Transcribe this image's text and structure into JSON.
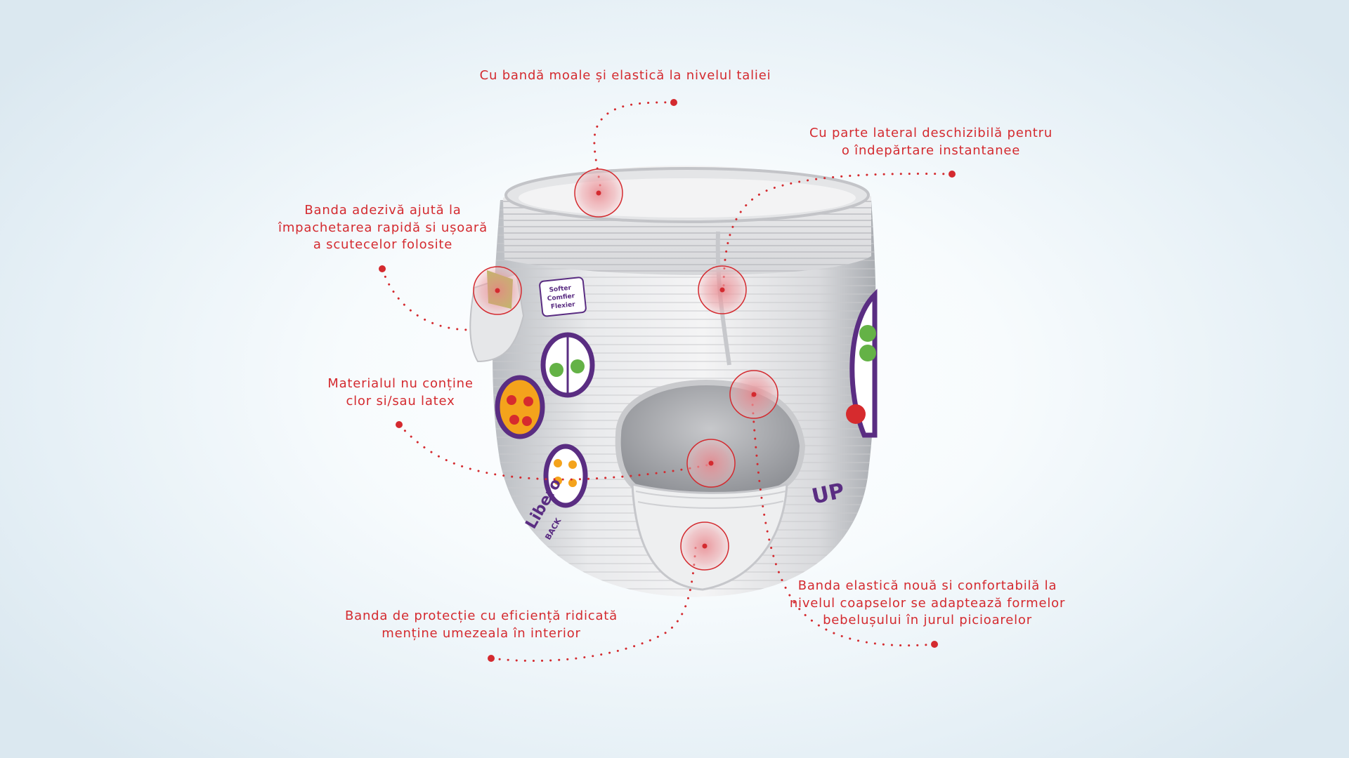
{
  "colors": {
    "accent": "#d42a2f",
    "background_center": "#ffffff",
    "background_edge": "#dbe8f0"
  },
  "callouts": {
    "waist": "Cu bandă moale și elastică la nivelul taliei",
    "side_open": "Cu parte lateral deschizibilă pentru\no îndepărtare instantanee",
    "tape": "Banda adezivă ajută la\nîmpachetarea rapidă si ușoară\na scutecelor folosite",
    "material": "Materialul nu conține\nclor si/sau latex",
    "barrier": "Banda de protecție cu eficiență ridicată\nmenține umezeala în interior",
    "leg_band": "Banda elastică nouă si confortabilă la\nnivelul coapselor se adaptează formelor\nbebelușului în jurul picioarelor"
  },
  "product": {
    "badge_text": "Softer\nComfier\nFlexier",
    "brand_text": "Libero",
    "brand_sub": "BACK",
    "print_text": "UP"
  }
}
